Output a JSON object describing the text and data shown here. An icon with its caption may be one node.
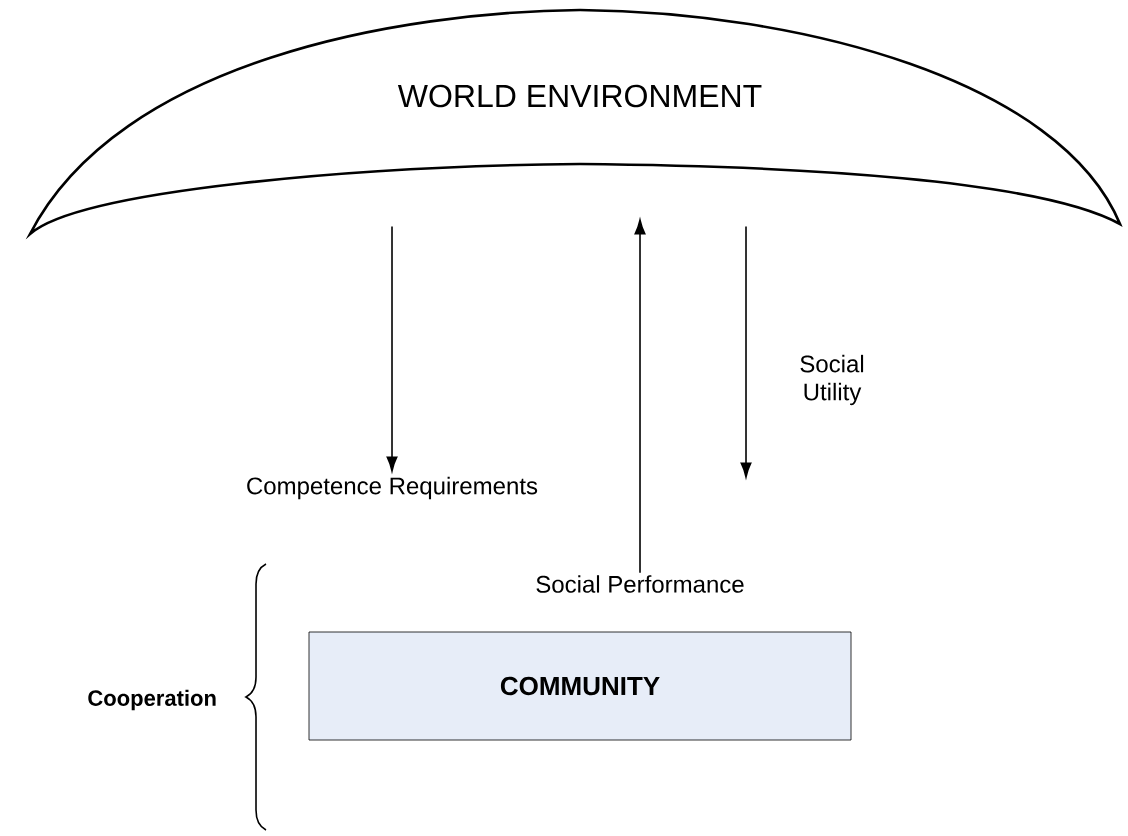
{
  "diagram": {
    "nodes": [
      {
        "text": [
          "WORLD ENVIRONMENT"
        ]
      },
      {
        "text": [
          "Competence Requirements"
        ]
      },
      {
        "text": [
          "Social Performance"
        ]
      },
      {
        "text": [
          "COMMUNITY"
        ]
      }
    ],
    "edges": [
      {
        "from": 0,
        "to": 1,
        "arrow": "to"
      },
      {
        "from": 2,
        "to": 0,
        "arrow": "to"
      },
      {
        "from": 0,
        "to": null,
        "arrow": "to",
        "label": "Social Utility"
      }
    ],
    "labels": [
      "Cooperation"
    ]
  }
}
